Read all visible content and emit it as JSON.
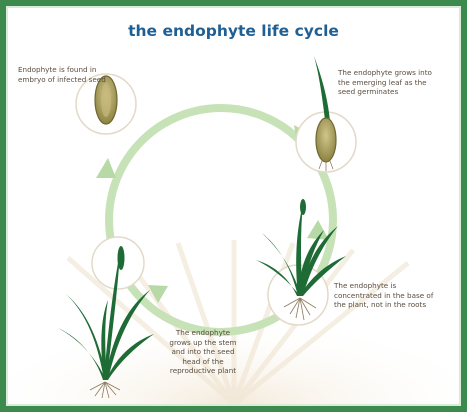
{
  "title": "the endophyte life cycle",
  "steps": [
    {
      "caption": "Endophyte is found in\nembryo of infected seed"
    },
    {
      "caption": "The endophyte grows into\nthe emerging leaf as the\nseed germinates"
    },
    {
      "caption": "The endophyte is\nconcentrated in the base of\nthe plant, not in the roots"
    },
    {
      "caption": "The endophyte\ngrows up the stem\nand into the seed\nhead of the\nreproductive plant"
    }
  ],
  "colors": {
    "frame": "#3d8a4e",
    "title": "#1f5f93",
    "arrow": "#b7d9a5",
    "leaf": "#1f6b35",
    "seed": "#a8a060"
  }
}
